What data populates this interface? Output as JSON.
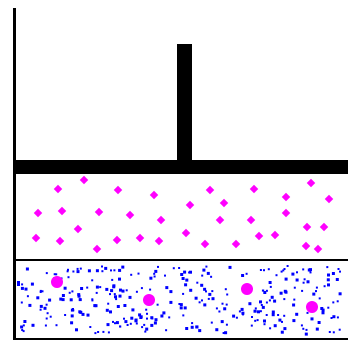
{
  "diagram": {
    "title": "",
    "colors": {
      "background": "#ffffff",
      "structure": "#000000",
      "upper_particles": "#ff00ff",
      "lower_dots": "#0000ff",
      "lower_large_particles": "#ff00ff"
    },
    "upper_particle_count": 35,
    "lower_large_particle_count": 4,
    "lower_small_dot_count": 320
  }
}
